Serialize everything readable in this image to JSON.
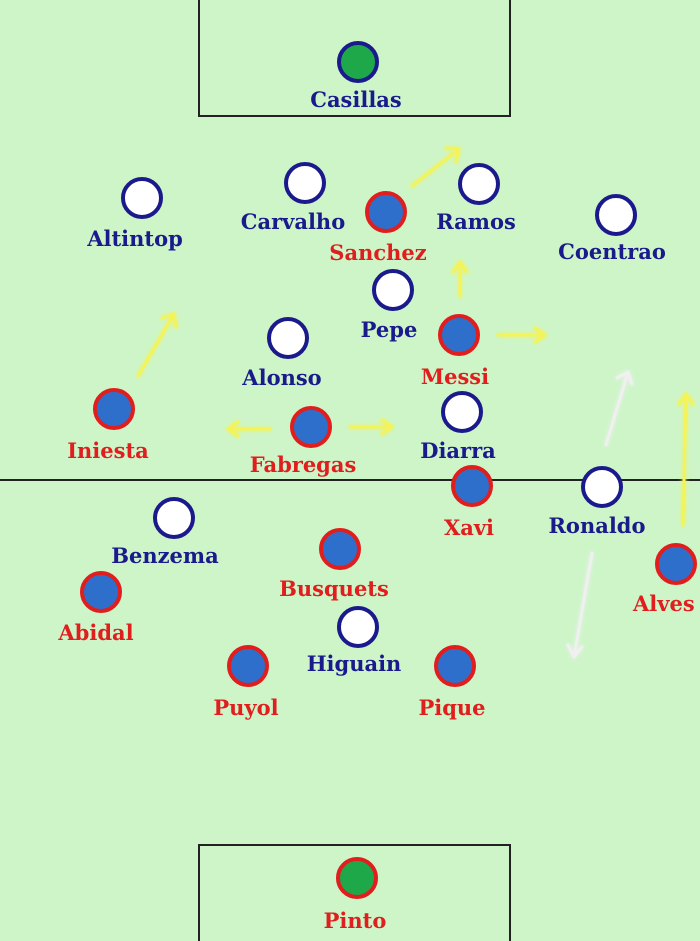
{
  "colors": {
    "background": "#cdf5c8",
    "lines": "#222222",
    "real_madrid_text": "#1a1a8c",
    "barcelona_text": "#e01e1e",
    "barca_fill": "#2e6fcc",
    "barca_ring": "#e01e1e",
    "madrid_fill": "#ffffff",
    "madrid_ring": "#1a1a8c",
    "gk_fill": "#1ea84a",
    "arrow_yellow": "#f3f35a",
    "arrow_white": "#f0f0f0"
  },
  "players": {
    "casillas": "Casillas",
    "altintop": "Altintop",
    "carvalho": "Carvalho",
    "ramos": "Ramos",
    "coentrao": "Coentrao",
    "sanchez": "Sanchez",
    "pepe": "Pepe",
    "messi": "Messi",
    "alonso": "Alonso",
    "iniesta": "Iniesta",
    "fabregas": "Fabregas",
    "diarra": "Diarra",
    "xavi": "Xavi",
    "ronaldo": "Ronaldo",
    "benzema": "Benzema",
    "busquets": "Busquets",
    "alves": "Alves",
    "abidal": "Abidal",
    "higuain": "Higuain",
    "puyol": "Puyol",
    "pique": "Pique",
    "pinto": "Pinto"
  }
}
